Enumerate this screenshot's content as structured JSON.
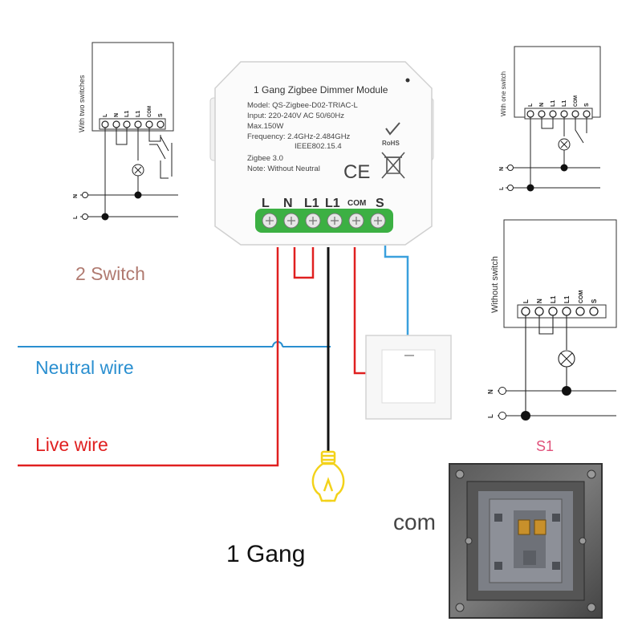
{
  "module": {
    "title": "1 Gang Zigbee Dimmer Module",
    "spec_lines": [
      "Model: QS-Zigbee-D02-TRIAC-L",
      "Input: 220-240V AC 50/60Hz",
      "Max.150W",
      "Frequency: 2.4GHz-2.484GHz",
      "IEEE802.15.4",
      "Zigbee 3.0",
      "Note: Without Neutral"
    ],
    "rohs": "RoHS",
    "ce": "CE",
    "terminals": [
      "L",
      "N",
      "L1",
      "L1",
      "COM",
      "S"
    ]
  },
  "labels": {
    "neutral_wire": "Neutral wire",
    "live_wire": "Live wire",
    "gang": "1 Gang",
    "com": "com",
    "two_switch": "2 Switch",
    "s1": "S1"
  },
  "mini_diagrams": {
    "two_switches": {
      "caption": "With two switches",
      "terminals": [
        "L",
        "N",
        "L1",
        "L1",
        "COM",
        "S"
      ],
      "line_n": "N",
      "line_l": "L"
    },
    "one_switch": {
      "caption": "With one switch",
      "terminals": [
        "L",
        "N",
        "L1",
        "L1",
        "COM",
        "S"
      ],
      "line_n": "N",
      "line_l": "L"
    },
    "no_switch": {
      "caption": "Without switch",
      "terminals": [
        "L",
        "N",
        "L1",
        "L1",
        "COM",
        "S"
      ],
      "line_n": "N",
      "line_l": "L"
    }
  },
  "colors": {
    "live": "#e02020",
    "neutral": "#2a8fd0",
    "load": "#111111",
    "switch_wire": "#3aa0dd",
    "bulb": "#f3d21a",
    "two_switch_text": "#b07a70",
    "s1_text": "#e0507a"
  }
}
